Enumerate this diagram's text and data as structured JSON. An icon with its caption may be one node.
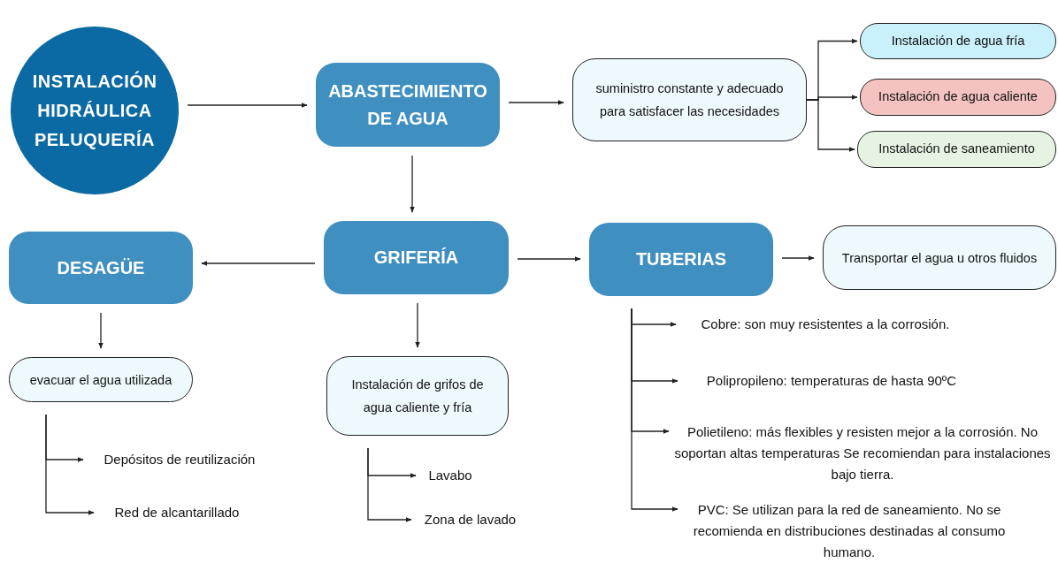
{
  "diagram": {
    "nodes": [
      {
        "text": [
          "INSTALACIÓN HIDRÁULICA PELUQUERÍA"
        ]
      },
      {
        "text": [
          "ABASTECIMIENTO DE AGUA"
        ]
      },
      {
        "text": [
          "suministro constante y adecuado para satisfacer las necesidades"
        ]
      },
      {
        "text": [
          "Instalación de agua fría"
        ]
      },
      {
        "text": [
          "Instalación de agua caliente"
        ]
      },
      {
        "text": [
          "Instalación de saneamiento"
        ]
      },
      {
        "text": [
          "GRIFERÍA"
        ]
      },
      {
        "text": [
          "DESAGÜE"
        ]
      },
      {
        "text": [
          "TUBERIAS"
        ]
      },
      {
        "text": [
          "Transportar el agua u otros fluidos"
        ]
      },
      {
        "text": [
          "evacuar el agua utilizada"
        ]
      },
      {
        "text": [
          "Instalación de grifos de agua caliente y fría"
        ]
      },
      {
        "text": [
          "Depósitos de reutilización"
        ]
      },
      {
        "text": [
          "Red de alcantarillado"
        ]
      },
      {
        "text": [
          "Lavabo"
        ]
      },
      {
        "text": [
          "Zona de lavado"
        ]
      },
      {
        "text": [
          "Cobre: son muy resistentes a la corrosión."
        ]
      },
      {
        "text": [
          "Polipropileno:  temperaturas de hasta 90ºC"
        ]
      },
      {
        "text": [
          "Polietileno: más flexibles y resisten mejor a la corrosión. No soportan altas temperaturas Se recomiendan para instalaciones bajo tierra."
        ]
      },
      {
        "text": [
          "PVC: Se utilizan para la red de saneamiento. No se recomienda en distribuciones destinadas al consumo humano."
        ]
      }
    ],
    "edges": [
      {
        "from": 0,
        "to": 1,
        "arrow": "to"
      },
      {
        "from": 1,
        "to": 2,
        "arrow": "to"
      },
      {
        "from": 2,
        "to": 3,
        "arrow": "to"
      },
      {
        "from": 2,
        "to": 4,
        "arrow": "to"
      },
      {
        "from": 2,
        "to": 5,
        "arrow": "to"
      },
      {
        "from": 1,
        "to": 6,
        "arrow": "to"
      },
      {
        "from": 6,
        "to": 7,
        "arrow": "to"
      },
      {
        "from": 6,
        "to": 8,
        "arrow": "to"
      },
      {
        "from": 8,
        "to": 9,
        "arrow": "to"
      },
      {
        "from": 7,
        "to": 10,
        "arrow": "to"
      },
      {
        "from": 6,
        "to": 11,
        "arrow": "to"
      },
      {
        "from": 10,
        "to": 12,
        "arrow": "to"
      },
      {
        "from": 10,
        "to": 13,
        "arrow": "to"
      },
      {
        "from": 11,
        "to": 14,
        "arrow": "to"
      },
      {
        "from": 11,
        "to": 15,
        "arrow": "to"
      },
      {
        "from": 8,
        "to": 16,
        "arrow": "to"
      },
      {
        "from": 8,
        "to": 17,
        "arrow": "to"
      },
      {
        "from": 8,
        "to": 18,
        "arrow": "to"
      },
      {
        "from": 8,
        "to": 19,
        "arrow": "to"
      }
    ]
  }
}
